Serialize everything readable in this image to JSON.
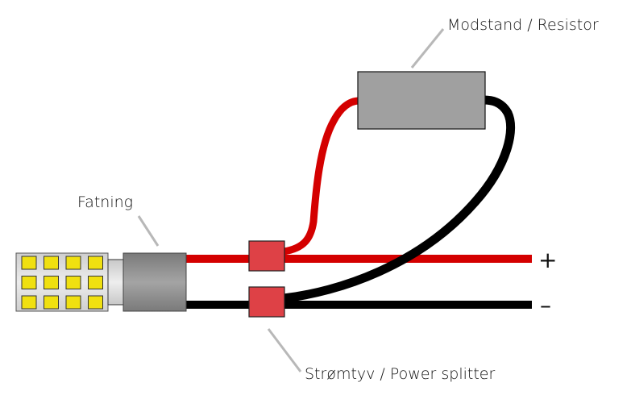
{
  "diagram": {
    "title": "LED bulb wiring with resistor and power splitters",
    "labels": {
      "socket": "Fatning",
      "resistor": "Modstand / Resistor",
      "splitter": "Strømtyv / Power splitter",
      "positive": "+",
      "negative": "–"
    },
    "colors": {
      "positive_wire": "#d40000",
      "negative_wire": "#000000",
      "resistor_body": "#a0a0a0",
      "splitter_body": "#de4146",
      "socket_body": "#909090",
      "led_chip": "#f0e010",
      "leader_line": "#b8b8b8"
    },
    "led_grid": {
      "rows": 3,
      "cols": 4
    }
  }
}
